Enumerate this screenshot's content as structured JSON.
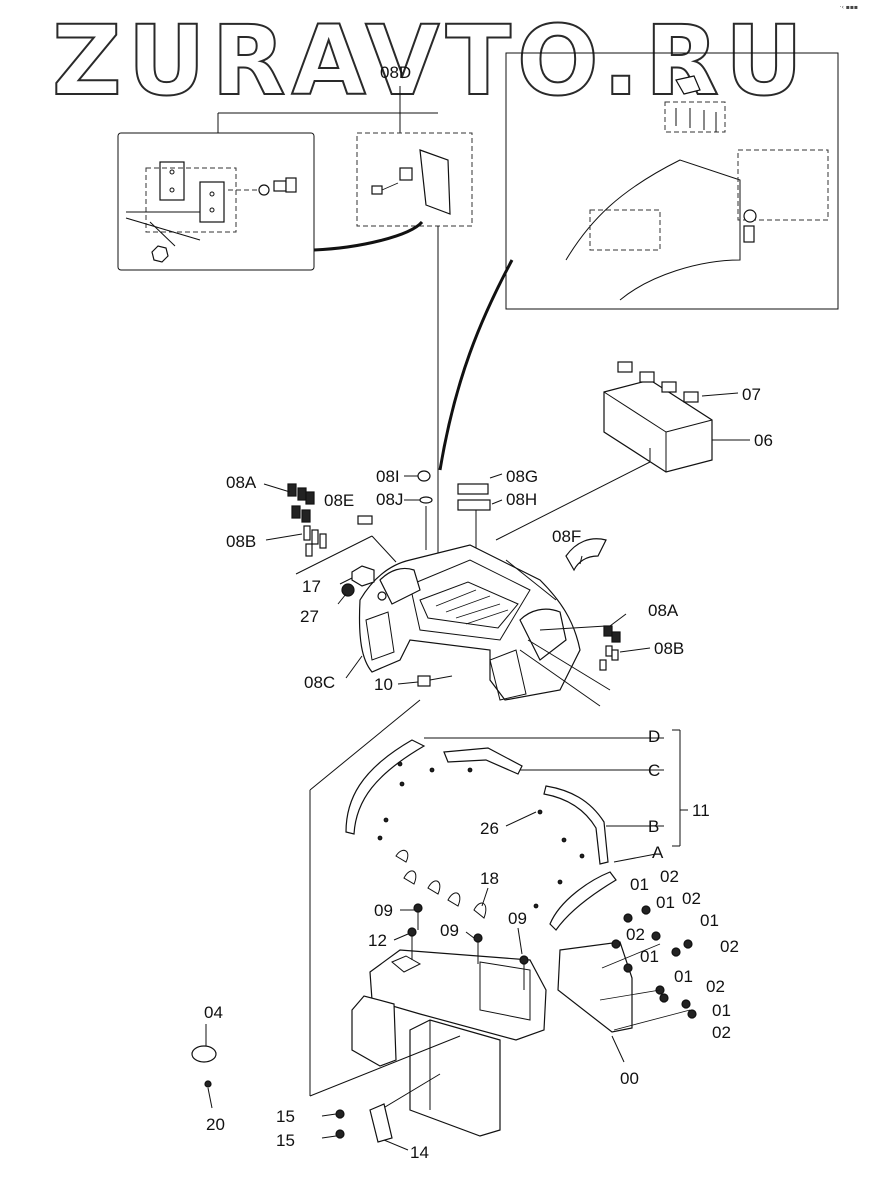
{
  "watermark": "ZURAVTO.RU",
  "corner_tag": "·‹ ▪▪▪",
  "labels": {
    "p08D": "08D",
    "p07": "07",
    "p06": "06",
    "p08I": "08I",
    "p08G": "08G",
    "p08A_top": "08A",
    "p08E": "08E",
    "p08J": "08J",
    "p08H": "08H",
    "p08B_top": "08B",
    "p08F": "08F",
    "p17": "17",
    "p27": "27",
    "p08A_right": "08A",
    "p08B_right": "08B",
    "p08C": "08C",
    "p10": "10",
    "pD": "D",
    "pC": "C",
    "p11": "11",
    "p26": "26",
    "pB": "B",
    "pA": "A",
    "p18": "18",
    "p01a": "01",
    "p02a": "02",
    "p01b": "01",
    "p02b": "02",
    "p09a": "09",
    "p09b": "09",
    "p09c": "09",
    "p02c": "02",
    "p01c": "01",
    "p12": "12",
    "p02d": "02",
    "p01d": "01",
    "p01e": "01",
    "p02e": "02",
    "p04": "04",
    "p01f": "01",
    "p02f": "02",
    "p00": "00",
    "p20": "20",
    "p15a": "15",
    "p15b": "15",
    "p14": "14"
  }
}
